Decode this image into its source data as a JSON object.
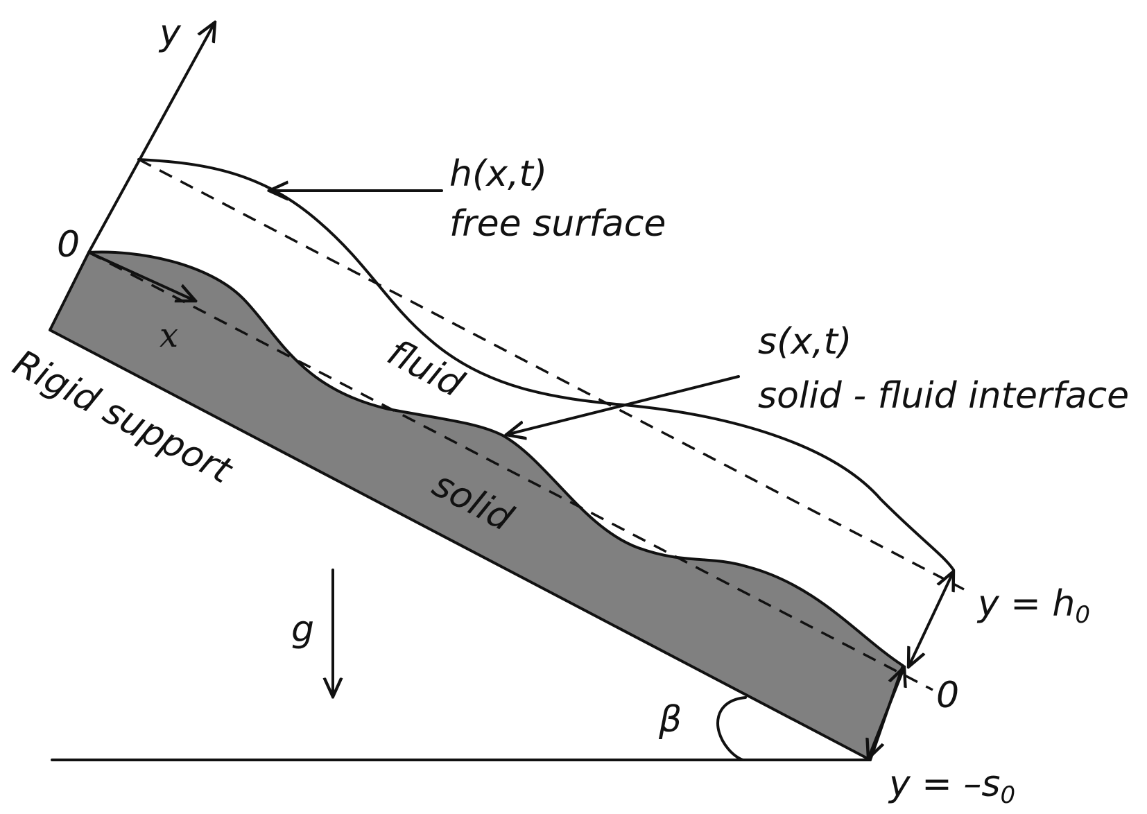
{
  "labels": {
    "y_axis": "y",
    "x_axis": "x",
    "origin": "0",
    "h_func": "h(x,t)",
    "free_surface": "free surface",
    "s_func": "s(x,t)",
    "interface": "solid - fluid interface",
    "fluid": "fluid",
    "solid": "solid",
    "rigid_support": "Rigid support",
    "gravity": "g",
    "angle": "β",
    "h0_prefix": "y = h",
    "h0_sub": "0",
    "zero_right": "0",
    "s0_prefix": "y = –s",
    "s0_sub": "0"
  },
  "colors": {
    "solid_fill": "#808080",
    "stroke": "#111111"
  }
}
